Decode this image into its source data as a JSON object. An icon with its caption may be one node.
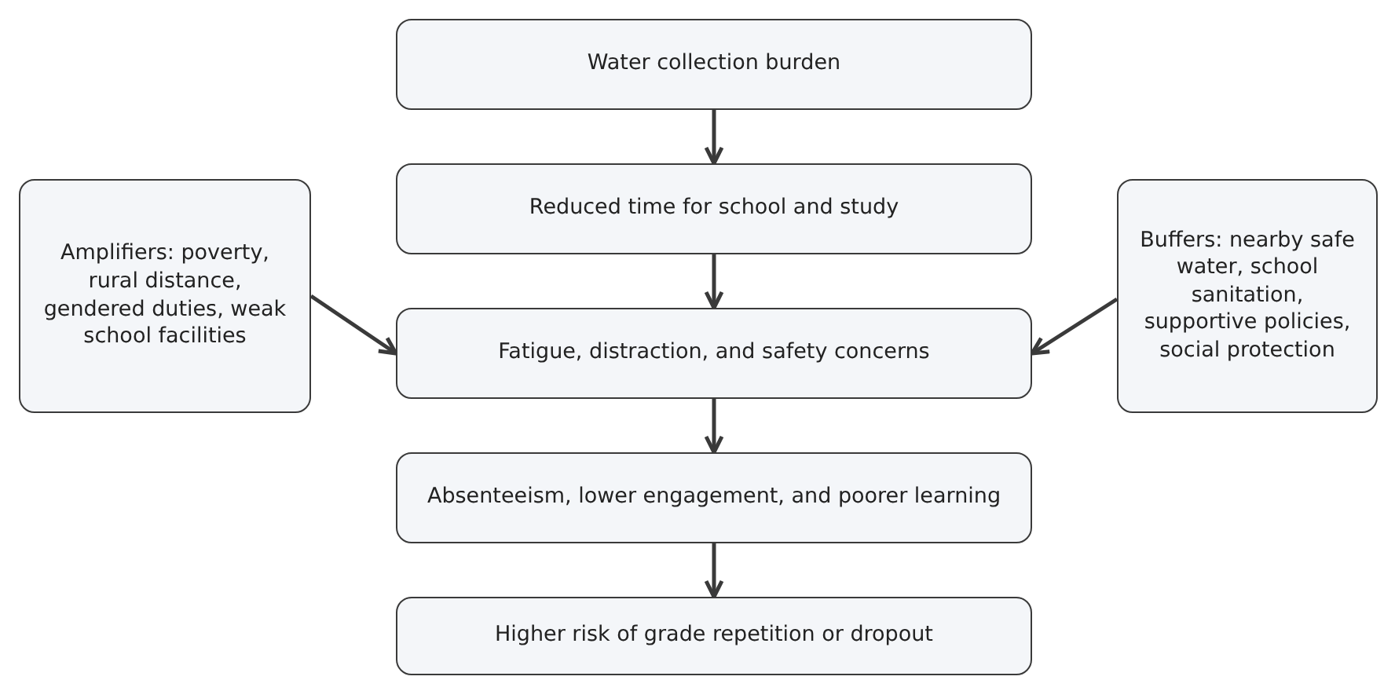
{
  "diagram": {
    "nodes": [
      {
        "text": [
          "Water collection burden"
        ]
      },
      {
        "text": [
          "Reduced time for school and study"
        ]
      },
      {
        "text": [
          "Fatigue, distraction, and safety concerns"
        ]
      },
      {
        "text": [
          "Absenteeism, lower engagement, and poorer learning"
        ]
      },
      {
        "text": [
          "Higher risk of grade repetition or dropout"
        ]
      },
      {
        "text": [
          "Amplifiers: poverty, rural distance, gendered duties, weak school facilities"
        ]
      },
      {
        "text": [
          "Buffers: nearby safe water, school sanitation, supportive policies, social protection"
        ]
      }
    ],
    "edges": [
      {
        "from": 0,
        "to": 1,
        "arrow": "to"
      },
      {
        "from": 1,
        "to": 2,
        "arrow": "to"
      },
      {
        "from": 2,
        "to": 3,
        "arrow": "to"
      },
      {
        "from": 3,
        "to": 4,
        "arrow": "to"
      },
      {
        "from": 5,
        "to": 2,
        "arrow": "to"
      },
      {
        "from": 6,
        "to": 2,
        "arrow": "to"
      }
    ]
  }
}
